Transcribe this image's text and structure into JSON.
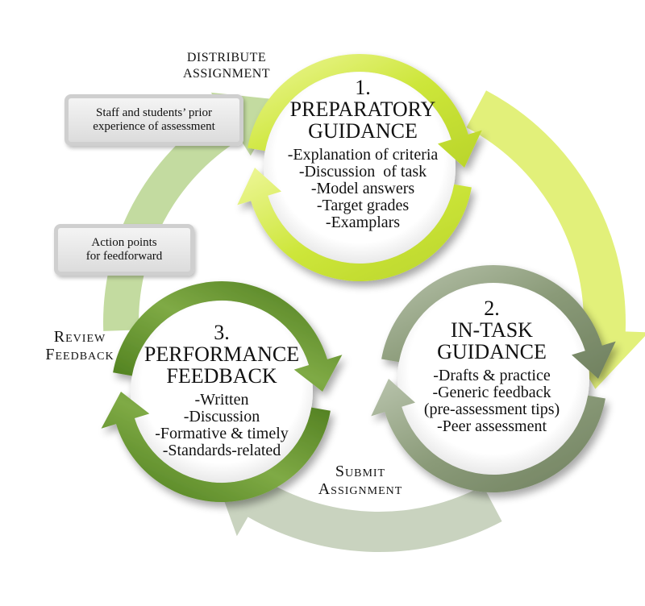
{
  "labels": {
    "distribute": [
      "DISTRIBUTE",
      "ASSIGNMENT"
    ],
    "review": [
      "Review",
      "Feedback"
    ],
    "submit": [
      "Submit",
      "Assignment"
    ]
  },
  "boxes": {
    "prior_experience": [
      "Staff and students’ prior",
      "experience of assessment"
    ],
    "action_points": [
      "Action points",
      "for feedforward"
    ]
  },
  "steps": [
    {
      "number": "1.",
      "title": [
        "PREPARATORY",
        "GUIDANCE"
      ],
      "items": [
        "-Explanation of criteria",
        "-Discussion  of task",
        "-Model answers",
        "-Target grades",
        "-Examplars"
      ],
      "color": "#c8e03a"
    },
    {
      "number": "2.",
      "title": [
        "IN-TASK",
        "GUIDANCE"
      ],
      "items": [
        "-Drafts & practice",
        "-Generic feedback",
        "(pre-assessment tips)",
        "-Peer assessment"
      ],
      "color": "#8a9a78"
    },
    {
      "number": "3.",
      "title": [
        "PERFORMANCE",
        "FEEDBACK"
      ],
      "items": [
        "-Written",
        "-Discussion",
        "-Formative & timely",
        "-Standards-related"
      ],
      "color": "#5e8f2a"
    }
  ],
  "colors": {
    "arrow_1_to_2": "#e2f07a",
    "arrow_2_to_3": "#c9d3bf",
    "arrow_3_to_1": "#c3dba0"
  }
}
